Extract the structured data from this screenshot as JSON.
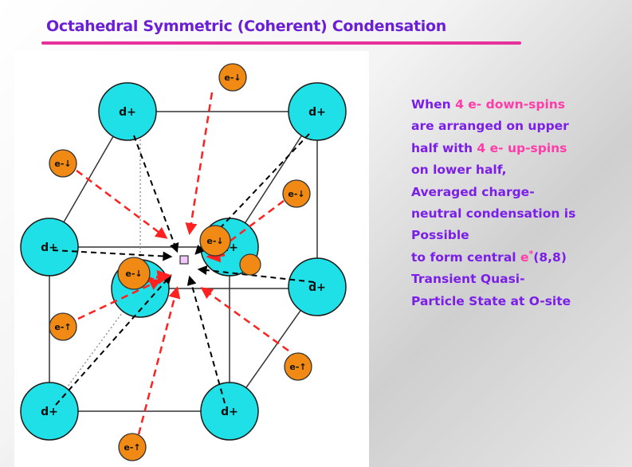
{
  "title": "Octahedral Symmetric (Coherent) Condensation",
  "colors": {
    "title": "#6a1fd6",
    "rule": "#e6309a",
    "text": "#7b1ee8",
    "highlight": "#ff3ca8",
    "d_site": "#1fe0e6",
    "electron": "#f08a14",
    "red_arrow": "#ff2020",
    "black_arrow": "#000000"
  },
  "diagram": {
    "d_label": "d+",
    "e_down_label": "e-↓",
    "e_up_label": "e-↑"
  },
  "description": {
    "l1a": "When ",
    "l1b": "4 e- down-spins",
    "l2": "are arranged on upper",
    "l3a": "half with  ",
    "l3b": "4 e- up-spins",
    "l4": "on lower half,",
    "l5": "Averaged charge-",
    "l6": "neutral condensation is",
    "l7": "Possible",
    "l8a": "to form central  ",
    "l8b": "e",
    "l8c": "*",
    "l8d": "(8,8)",
    "l9": "Transient Quasi-",
    "l10": "Particle State at O-site"
  }
}
